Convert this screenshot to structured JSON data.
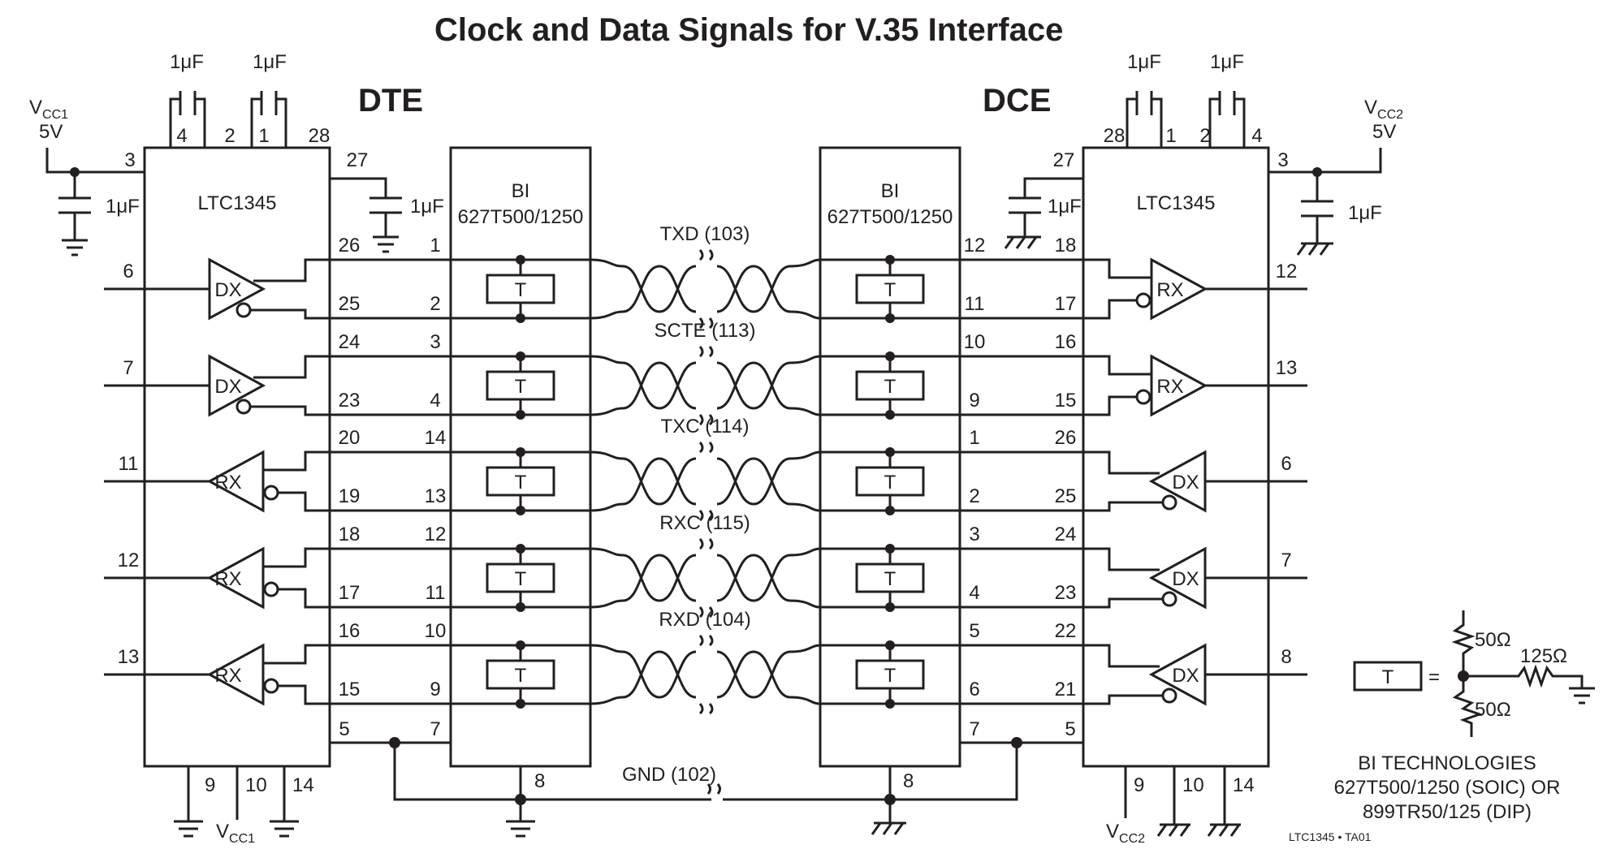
{
  "title": "Clock and Data Signals for V.35 Interface",
  "dte_label": "DTE",
  "dce_label": "DCE",
  "chip": "LTC1345",
  "bi_line1": "BI",
  "bi_line2": "627T500/1250",
  "t_label": "T",
  "cap": "1μF",
  "vcc1": {
    "main": "V",
    "sub": "CC1",
    "volt": "5V"
  },
  "vcc2": {
    "main": "V",
    "sub": "CC2",
    "volt": "5V"
  },
  "dx": "DX",
  "rx": "RX",
  "equals": "=",
  "signals": [
    "TXD (103)",
    "SCTE (113)",
    "TXC (114)",
    "RXC (115)",
    "RXD (104)"
  ],
  "gnd_signal": "GND (102)",
  "left": {
    "cap_pins": [
      "4",
      "2",
      "1",
      "28"
    ],
    "pin3": "3",
    "pin27": "27",
    "in_pins": [
      "6",
      "7",
      "11",
      "12",
      "13"
    ],
    "inner_pins": [
      [
        "26",
        "25"
      ],
      [
        "24",
        "23"
      ],
      [
        "20",
        "19"
      ],
      [
        "18",
        "17"
      ],
      [
        "16",
        "15"
      ]
    ],
    "bi_pins": [
      [
        "1",
        "2"
      ],
      [
        "3",
        "4"
      ],
      [
        "14",
        "13"
      ],
      [
        "12",
        "11"
      ],
      [
        "10",
        "9"
      ]
    ],
    "gnd_pin_chip": "5",
    "gnd_pin_bi": "7",
    "bi_bottom_pin": "8",
    "bottom_pins": [
      "9",
      "10",
      "14"
    ]
  },
  "right": {
    "cap_pins": [
      "28",
      "1",
      "2",
      "4"
    ],
    "pin3": "3",
    "pin27": "27",
    "out_pins": [
      "12",
      "13",
      "6",
      "7",
      "8"
    ],
    "bi_pins": [
      [
        "12",
        "11"
      ],
      [
        "10",
        "9"
      ],
      [
        "1",
        "2"
      ],
      [
        "3",
        "4"
      ],
      [
        "5",
        "6"
      ]
    ],
    "inner_pins": [
      [
        "18",
        "17"
      ],
      [
        "16",
        "15"
      ],
      [
        "26",
        "25"
      ],
      [
        "24",
        "23"
      ],
      [
        "22",
        "21"
      ]
    ],
    "gnd_pin_bi": "7",
    "gnd_pin_chip": "5",
    "bi_bottom_pin": "8",
    "bottom_pins": [
      "9",
      "10",
      "14"
    ]
  },
  "legend": {
    "r1": "50Ω",
    "r2": "50Ω",
    "r3": "125Ω",
    "note": [
      "BI TECHNOLOGIES",
      "627T500/1250 (SOIC) OR",
      "899TR50/125 (DIP)"
    ]
  },
  "figure_id": "LTC1345 • TA01",
  "colors": {
    "chip_fill": "#e8c3bd",
    "line": "#231f20"
  }
}
